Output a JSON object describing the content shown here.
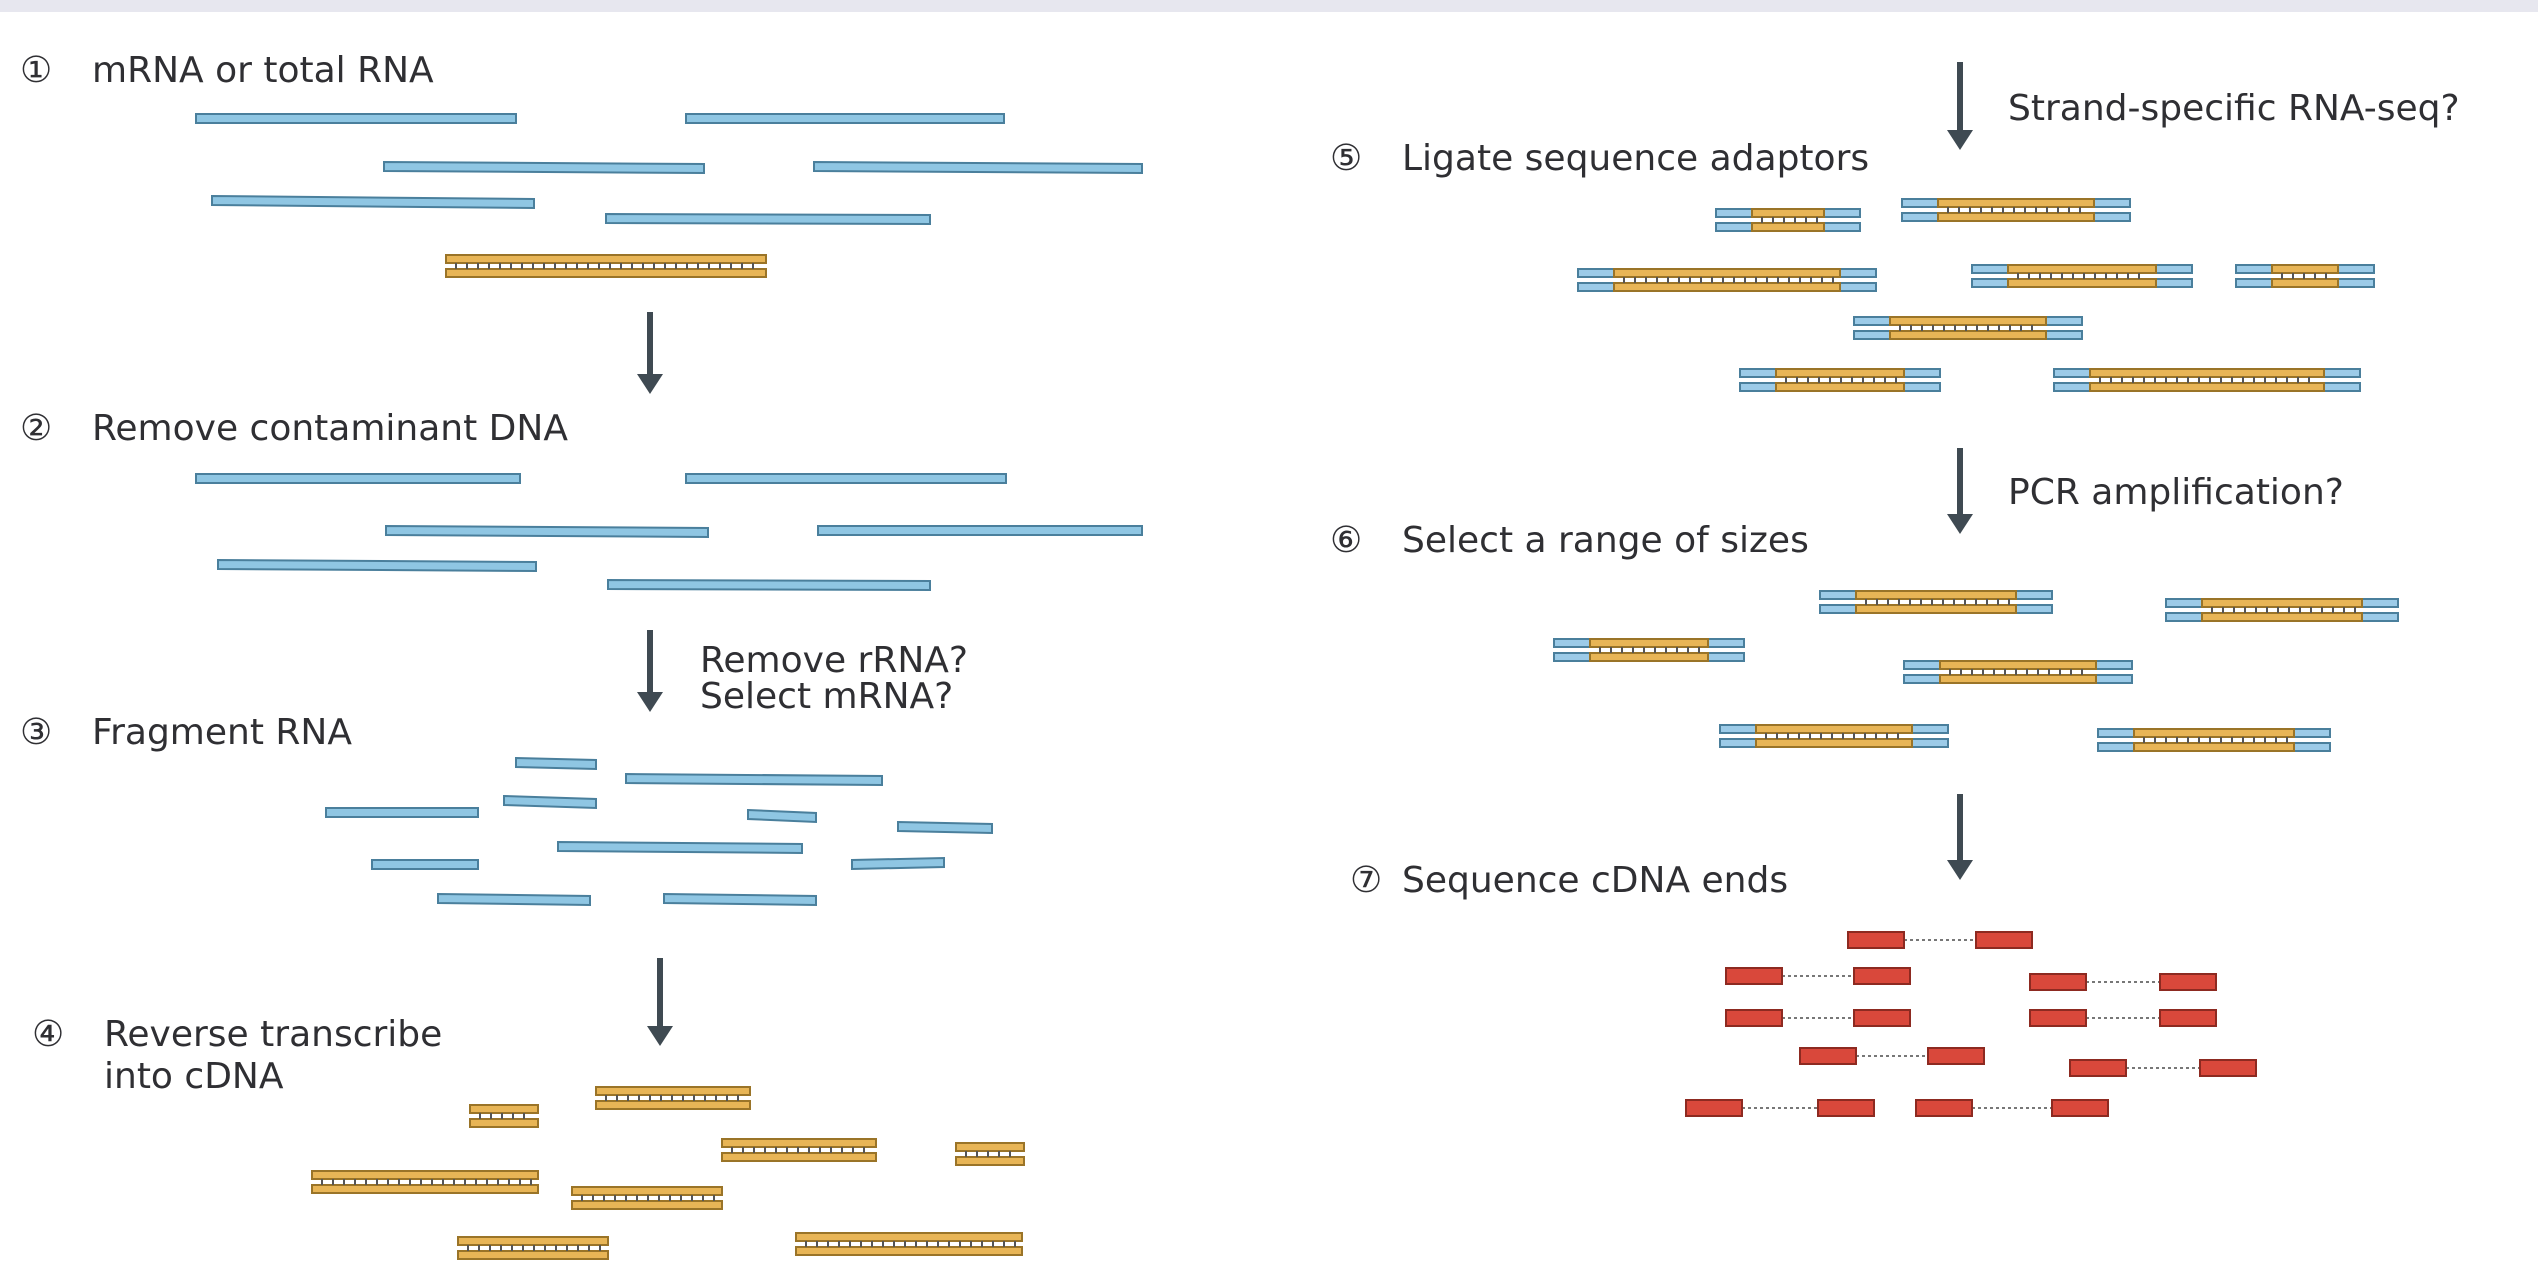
{
  "colors": {
    "rna": "#8fc6e3",
    "rna_stroke": "#4a7f9c",
    "dna": "#e8b556",
    "dna_stroke": "#9a7428",
    "adaptor": "#9ccbe8",
    "read": "#d9483b",
    "arrow": "#3f4a52",
    "text": "#2f2f33"
  },
  "steps": [
    {
      "num": "①",
      "label": "mRNA or total RNA"
    },
    {
      "num": "②",
      "label": "Remove contaminant DNA"
    },
    {
      "num": "③",
      "label": "Fragment RNA"
    },
    {
      "num": "④",
      "label": "Reverse transcribe",
      "label2": "into cDNA"
    },
    {
      "num": "⑤",
      "label": "Ligate sequence adaptors"
    },
    {
      "num": "⑥",
      "label": "Select a range of sizes"
    },
    {
      "num": "⑦",
      "label": "Sequence cDNA ends"
    }
  ],
  "arrow_notes": {
    "remove_rrna": "Remove rRNA?",
    "select_mrna": "Select mRNA?",
    "strand_specific": "Strand-specific RNA-seq?",
    "pcr": "PCR amplification?"
  },
  "icons": {
    "arrow": "down-arrow-icon"
  }
}
